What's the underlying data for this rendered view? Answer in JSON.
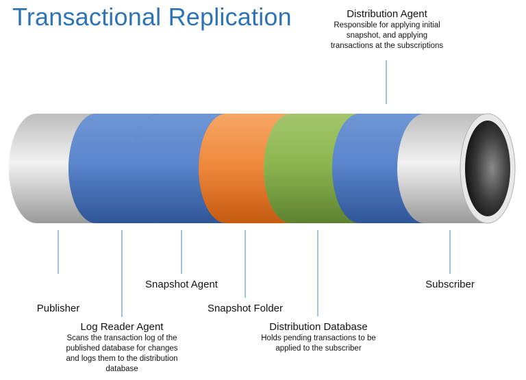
{
  "title": "Transactional Replication",
  "segments": [
    {
      "name": "Publisher",
      "color": "#d4d4d4"
    },
    {
      "name": "Log Reader Agent",
      "color": "#4f7cc4"
    },
    {
      "name": "Snapshot Agent",
      "color": "#4f7cc4"
    },
    {
      "name": "Snapshot Folder",
      "color": "#f0893c"
    },
    {
      "name": "Distribution Database",
      "color": "#86b04a"
    },
    {
      "name": "Distribution Agent",
      "color": "#4f7cc4"
    },
    {
      "name": "Subscriber",
      "color": "#d4d4d4"
    }
  ],
  "labels": {
    "distribution_agent": {
      "name": "Distribution Agent",
      "desc": [
        "Responsible for applying initial",
        "snapshot, and applying",
        "transactions at the subscriptions"
      ]
    },
    "publisher": {
      "name": "Publisher"
    },
    "log_reader_agent": {
      "name": "Log Reader Agent",
      "desc": [
        "Scans the transaction log of the",
        "published database for changes",
        "and logs them to the distribution",
        "database"
      ]
    },
    "snapshot_agent": {
      "name": "Snapshot Agent"
    },
    "snapshot_folder": {
      "name": "Snapshot Folder"
    },
    "distribution_database": {
      "name": "Distribution Database",
      "desc": [
        "Holds pending transactions to be",
        "applied to the subscriber"
      ]
    },
    "subscriber": {
      "name": "Subscriber"
    }
  }
}
